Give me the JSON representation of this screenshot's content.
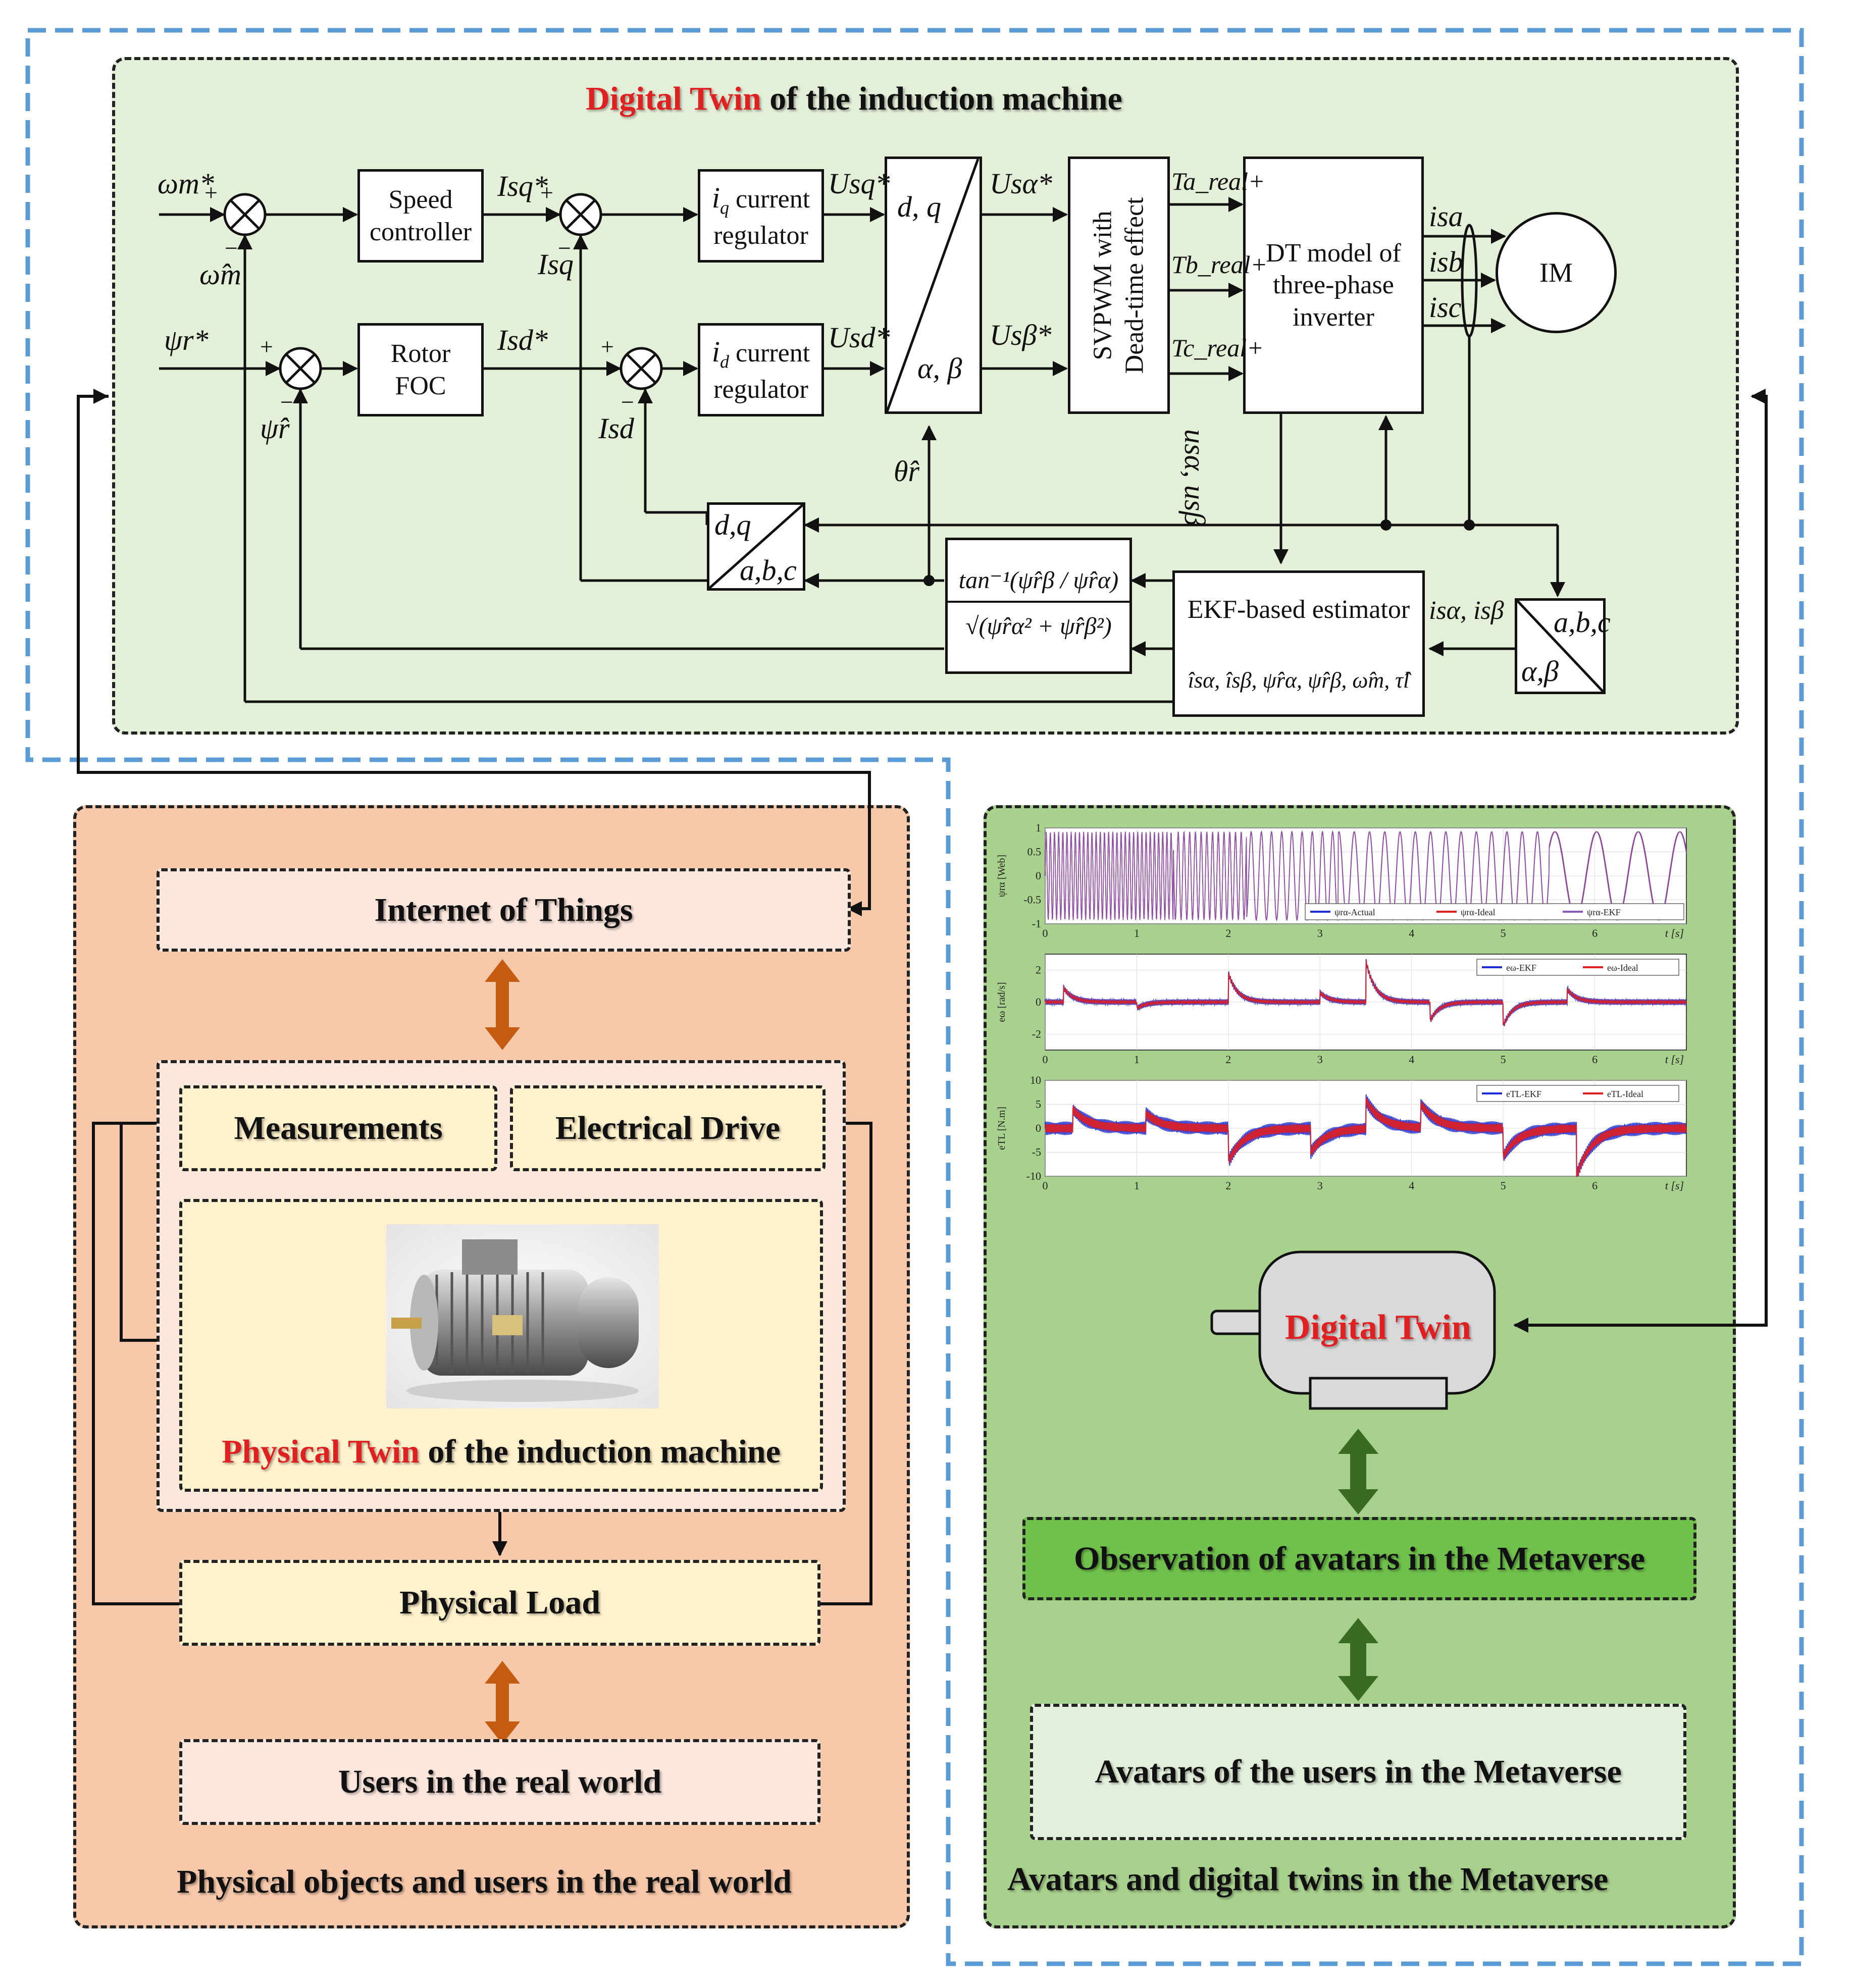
{
  "digital_twin_panel": {
    "title_red": "Digital Twin",
    "title_rest": " of the induction machine",
    "blocks": {
      "speed_controller": "Speed\ncontroller",
      "rotor_foc": "Rotor\nFOC",
      "iq_regulator": "current\nregulator",
      "id_regulator": "current\nregulator",
      "svpwm": "SVPWM with\nDead-time effect",
      "dt_model": "DT model of\nthree-phase\ninverter",
      "im": "IM",
      "ekf": "EKF-based estimator",
      "tan_inv": "tan⁻¹(ψ̂rβ / ψ̂rα)",
      "sqrt_mag": "√(ψ̂rα² + ψ̂rβ²)",
      "dq_top": "d, q",
      "ab_bottom": "α, β",
      "dq_small": "d,q",
      "abc_small": "a,b,c",
      "abc_right": "a,b,c",
      "ab_right": "α,β"
    },
    "signals": {
      "omega_ref": "ωm*",
      "omega_hat": "ω̂m",
      "psi_ref": "ψr*",
      "psi_hat": "ψ̂r",
      "isq_ref": "Isq*",
      "isq": "Isq",
      "isd_ref": "Isd*",
      "isd": "Isd",
      "usq": "Usq*",
      "usd": "Usd*",
      "usa": "Usα*",
      "usb": "Usβ*",
      "ta": "Ta_real+",
      "tb": "Tb_real+",
      "tc": "Tc_real+",
      "isa": "isa",
      "isb": "isb",
      "isc": "isc",
      "theta": "θ̂r",
      "usa_usb": "usα, usβ",
      "is_ab": "isα, isβ",
      "ekf_out": "îsα, îsβ, ψ̂rα, ψ̂rβ, ω̂m, τ̂l"
    }
  },
  "physical_panel": {
    "iot": "Internet of Things",
    "measurements": "Measurements",
    "electrical_drive": "Electrical Drive",
    "physical_twin_red": "Physical Twin",
    "physical_twin_rest": " of the induction machine",
    "physical_load": "Physical Load",
    "users_real": "Users in the real world",
    "caption": "Physical objects and users in the real world"
  },
  "metaverse_panel": {
    "digital_twin": "Digital Twin",
    "observation": "Observation of avatars in the Metaverse",
    "avatars": "Avatars of the users in the Metaverse",
    "caption": "Avatars and digital twins  in the Metaverse"
  },
  "colors": {
    "green_panel": "#e4efd8",
    "meta_panel": "#a9d18e",
    "physical_panel": "#f7c9aa",
    "cream_box": "#fff2cc",
    "light_box": "#fbe7dc",
    "observation_box": "#70c04c",
    "orange_arrow": "#c55a11",
    "green_arrow": "#3a6b20",
    "blue_dash": "#5b9bd5",
    "red": "#e02020"
  },
  "chart_data": [
    {
      "type": "line",
      "ylabel": "ψrα [Web]",
      "xlabel": "t [s]",
      "xlim": [
        0,
        7
      ],
      "ylim": [
        -1,
        1
      ],
      "x_ticks": [
        "0",
        "1",
        "2",
        "3",
        "4",
        "5",
        "6"
      ],
      "y_ticks": [
        "1",
        "0.5",
        "0",
        "-0.5",
        "-1"
      ],
      "series": [
        {
          "name": "ψrα-Actual",
          "color": "#1f2dd6"
        },
        {
          "name": "ψrα-Ideal",
          "color": "#e02020"
        },
        {
          "name": "ψrα-EKF",
          "color": "#8a5ab8"
        }
      ]
    },
    {
      "type": "line",
      "ylabel": "eω [rad/s]",
      "xlabel": "t [s]",
      "xlim": [
        0,
        7
      ],
      "ylim": [
        -3,
        3
      ],
      "x_ticks": [
        "0",
        "1",
        "2",
        "3",
        "4",
        "5",
        "6"
      ],
      "y_ticks": [
        "2",
        "0",
        "-2"
      ],
      "series": [
        {
          "name": "eω-EKF",
          "color": "#1f2dd6"
        },
        {
          "name": "eω-Ideal",
          "color": "#e02020"
        }
      ]
    },
    {
      "type": "line",
      "ylabel": "eTL [N.m]",
      "xlabel": "t [s]",
      "xlim": [
        0,
        7
      ],
      "ylim": [
        -10,
        10
      ],
      "x_ticks": [
        "0",
        "1",
        "2",
        "3",
        "4",
        "5",
        "6"
      ],
      "y_ticks": [
        "10",
        "5",
        "0",
        "-5",
        "-10"
      ],
      "series": [
        {
          "name": "eTL-EKF",
          "color": "#1f2dd6"
        },
        {
          "name": "eTL-Ideal",
          "color": "#e02020"
        }
      ]
    }
  ]
}
